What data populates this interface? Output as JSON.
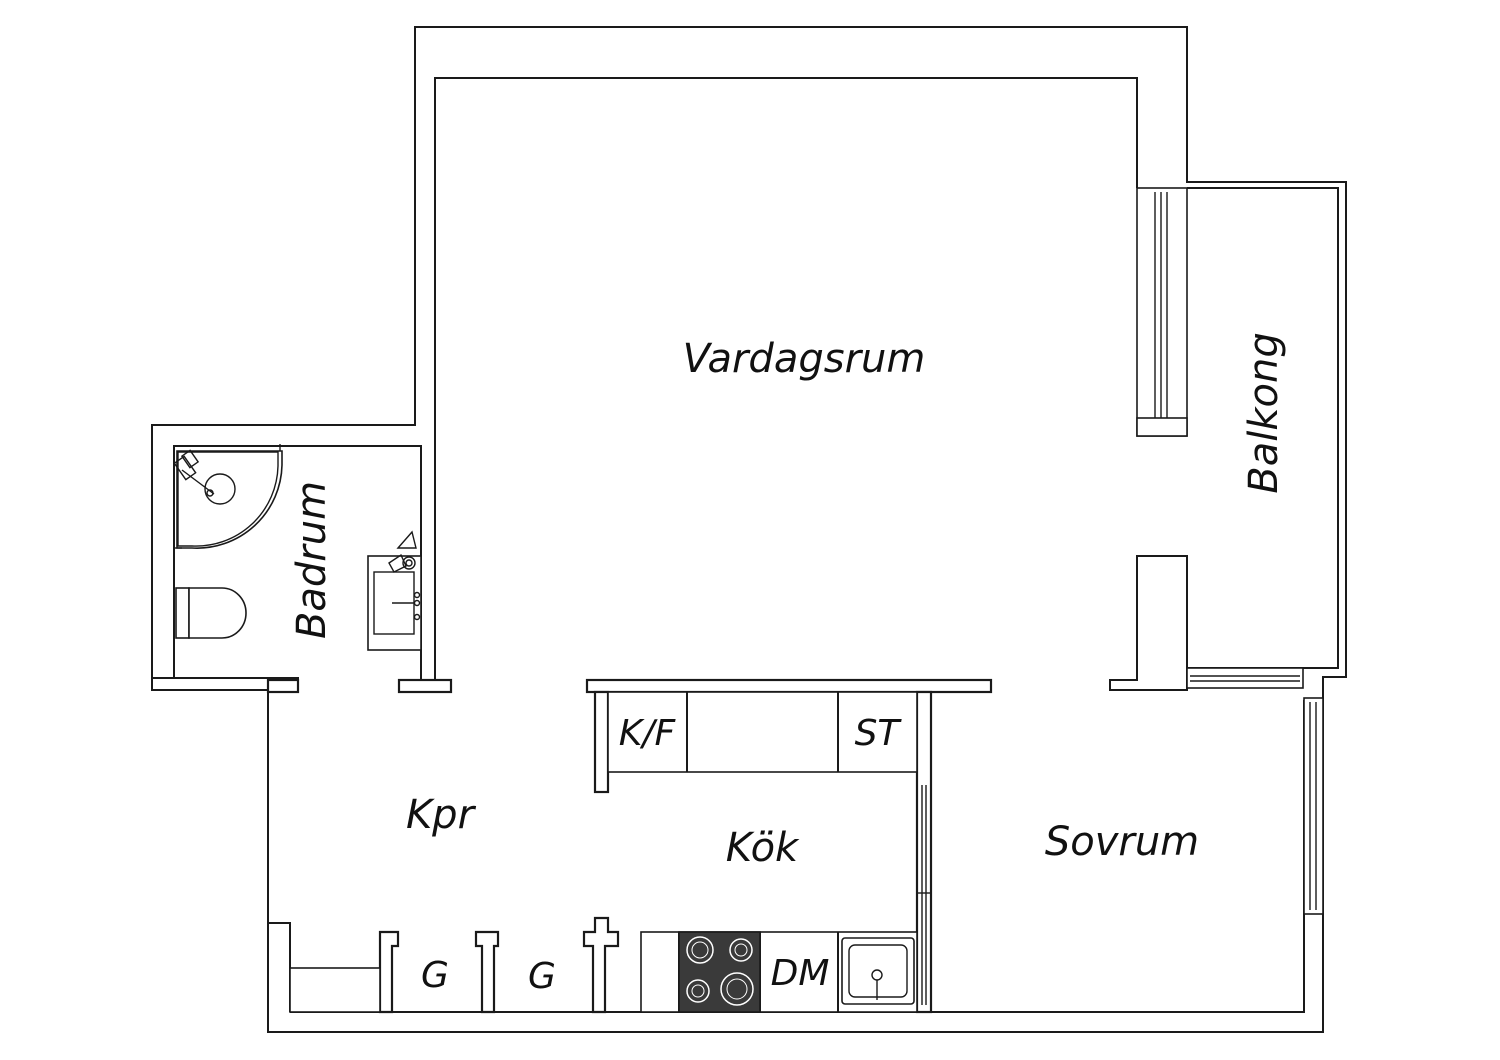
{
  "rooms": {
    "living_room": "Vardagsrum",
    "balcony": "Balkong",
    "bathroom": "Badrum",
    "hall": "Kpr",
    "kitchen": "Kök",
    "bedroom": "Sovrum"
  },
  "fixtures": {
    "fridge_freezer": "K/F",
    "storage": "ST",
    "wardrobe_1": "G",
    "wardrobe_2": "G",
    "dishwasher": "DM"
  },
  "colors": {
    "line": "#1a1a1a",
    "background": "#ffffff",
    "stove": "#3a3a3a"
  }
}
